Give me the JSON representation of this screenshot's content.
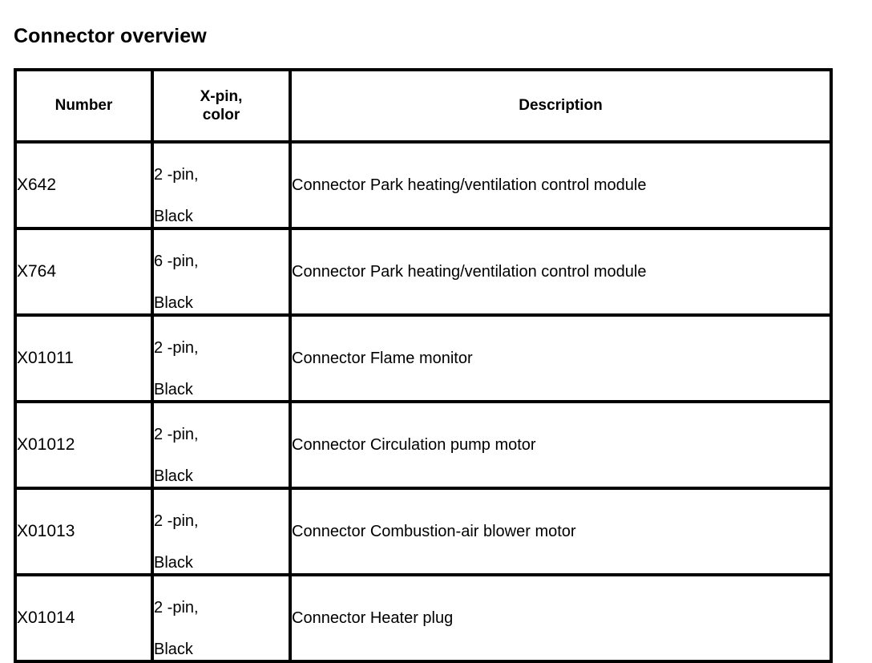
{
  "page": {
    "title": "Connector overview"
  },
  "table": {
    "columns": [
      {
        "key": "number",
        "label": "Number"
      },
      {
        "key": "xpin",
        "label": "X-pin,\ncolor",
        "label_line1": "X-pin,",
        "label_line2": "color"
      },
      {
        "key": "description",
        "label": "Description"
      }
    ],
    "rows": [
      {
        "number": "X642",
        "xpin": "2 -pin,\nBlack",
        "pins": "2 -pin,",
        "color": "Black",
        "description": "Connector Park heating/ventilation control module"
      },
      {
        "number": "X764",
        "xpin": "6 -pin,\nBlack",
        "pins": "6 -pin,",
        "color": "Black",
        "description": "Connector Park heating/ventilation control module"
      },
      {
        "number": "X01011",
        "xpin": "2 -pin,\nBlack",
        "pins": "2 -pin,",
        "color": "Black",
        "description": "Connector Flame monitor"
      },
      {
        "number": "X01012",
        "xpin": "2 -pin,\nBlack",
        "pins": "2 -pin,",
        "color": "Black",
        "description": "Connector Circulation pump motor"
      },
      {
        "number": "X01013",
        "xpin": "2 -pin,\nBlack",
        "pins": "2 -pin,",
        "color": "Black",
        "description": "Connector Combustion-air blower motor"
      },
      {
        "number": "X01014",
        "xpin": "2 -pin,\nBlack",
        "pins": "2 -pin,",
        "color": "Black",
        "description": "Connector Heater plug"
      }
    ]
  },
  "colors": {
    "text": "#000000",
    "border": "#000000",
    "background": "#ffffff"
  }
}
